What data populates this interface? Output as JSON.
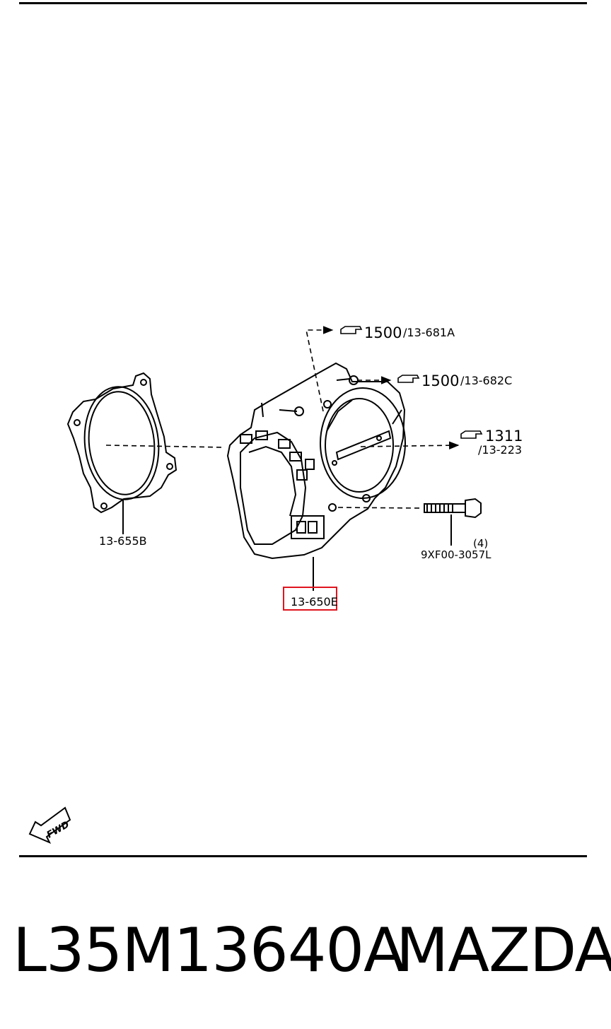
{
  "callouts": {
    "ref1_num": "1500",
    "ref1_code": "/13-681A",
    "ref2_num": "1500",
    "ref2_code": "/13-682C",
    "ref3_num": "1311",
    "ref3_code": "/13-223",
    "gasket": "13-655B",
    "throttle_body": "13-650E",
    "bolt_qty": "(4)",
    "bolt": "9XF00-3057L"
  },
  "fwd_label": "FWD",
  "highlight_color": "#e0141e",
  "footer": {
    "part_number": "L35M13640A",
    "brand": "MAZDA"
  }
}
